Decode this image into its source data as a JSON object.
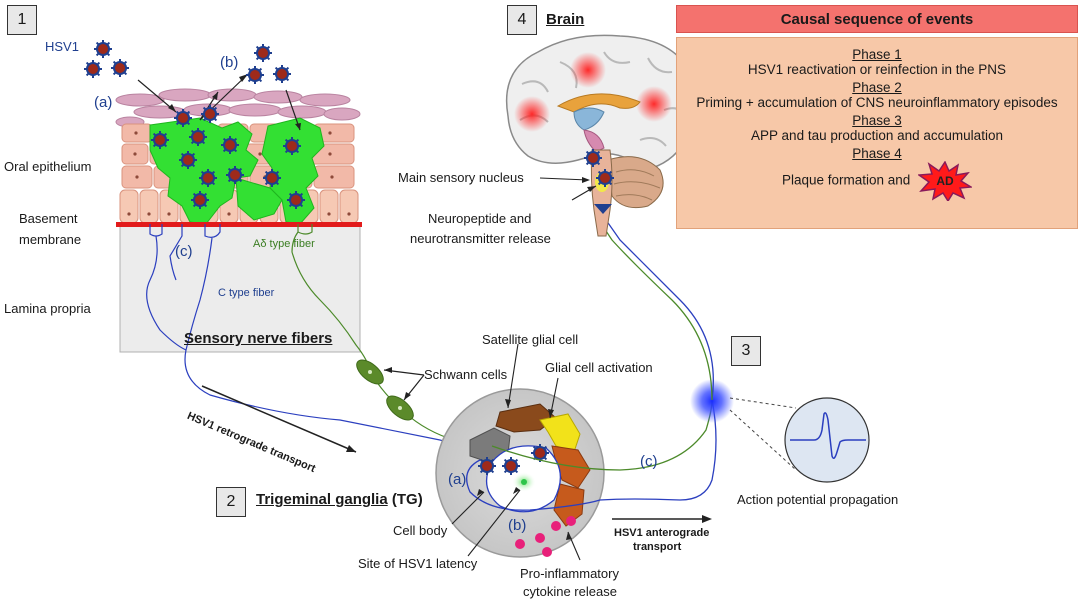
{
  "panels": {
    "p1": "1",
    "p2": "2",
    "p3": "3",
    "p4": "4"
  },
  "epithelium": {
    "hsv1": "HSV1",
    "a": "(a)",
    "b": "(b)",
    "c": "(c)",
    "oral_epithelium": "Oral epithelium",
    "basement_membrane_1": "Basement",
    "basement_membrane_2": "membrane",
    "lamina_propria": "Lamina propria",
    "a_delta_fiber": "Aδ type fiber",
    "c_fiber": "C type fiber",
    "sensory_nerve_fibers": "Sensory nerve fibers"
  },
  "brain": {
    "title": "Brain",
    "main_sensory_nucleus": "Main sensory nucleus",
    "neuropeptide_1": "Neuropeptide and",
    "neuropeptide_2": "neurotransmitter release"
  },
  "causal": {
    "header": "Causal sequence of events",
    "phase1_title": "Phase 1",
    "phase1_text": "HSV1 reactivation or reinfection in the PNS",
    "phase2_title": "Phase 2",
    "phase2_text": "Priming + accumulation of CNS neuroinflammatory episodes",
    "phase3_title": "Phase 3",
    "phase3_text": "APP and tau production and accumulation",
    "phase4_title": "Phase 4",
    "phase4_text": "Plaque formation and",
    "ad_label": "AD"
  },
  "ganglion": {
    "schwann_cells": "Schwann cells",
    "retrograde": "HSV1 retrograde transport",
    "satellite_glial": "Satellite glial cell",
    "glial_activation": "Glial cell activation",
    "a": "(a)",
    "b": "(b)",
    "c": "(c)",
    "title_main": "Trigeminal ganglia",
    "title_abbr": "(TG)",
    "cell_body": "Cell body",
    "latency": "Site of HSV1 latency",
    "cytokine_1": "Pro-inflammatory",
    "cytokine_2": "cytokine release",
    "anterograde_1": "HSV1 anterograde",
    "anterograde_2": "transport",
    "action_potential": "Action potential propagation"
  },
  "colors": {
    "virus_core": "#9e2a1a",
    "virus_spike": "#1f3f8f",
    "infected_cell": "#33e033",
    "basement": "#e21b1b",
    "c_fiber": "#2b3fbf",
    "a_delta_fiber": "#4c8a2a",
    "causal_header": "#f4726e",
    "causal_body": "#f7c8a8"
  }
}
